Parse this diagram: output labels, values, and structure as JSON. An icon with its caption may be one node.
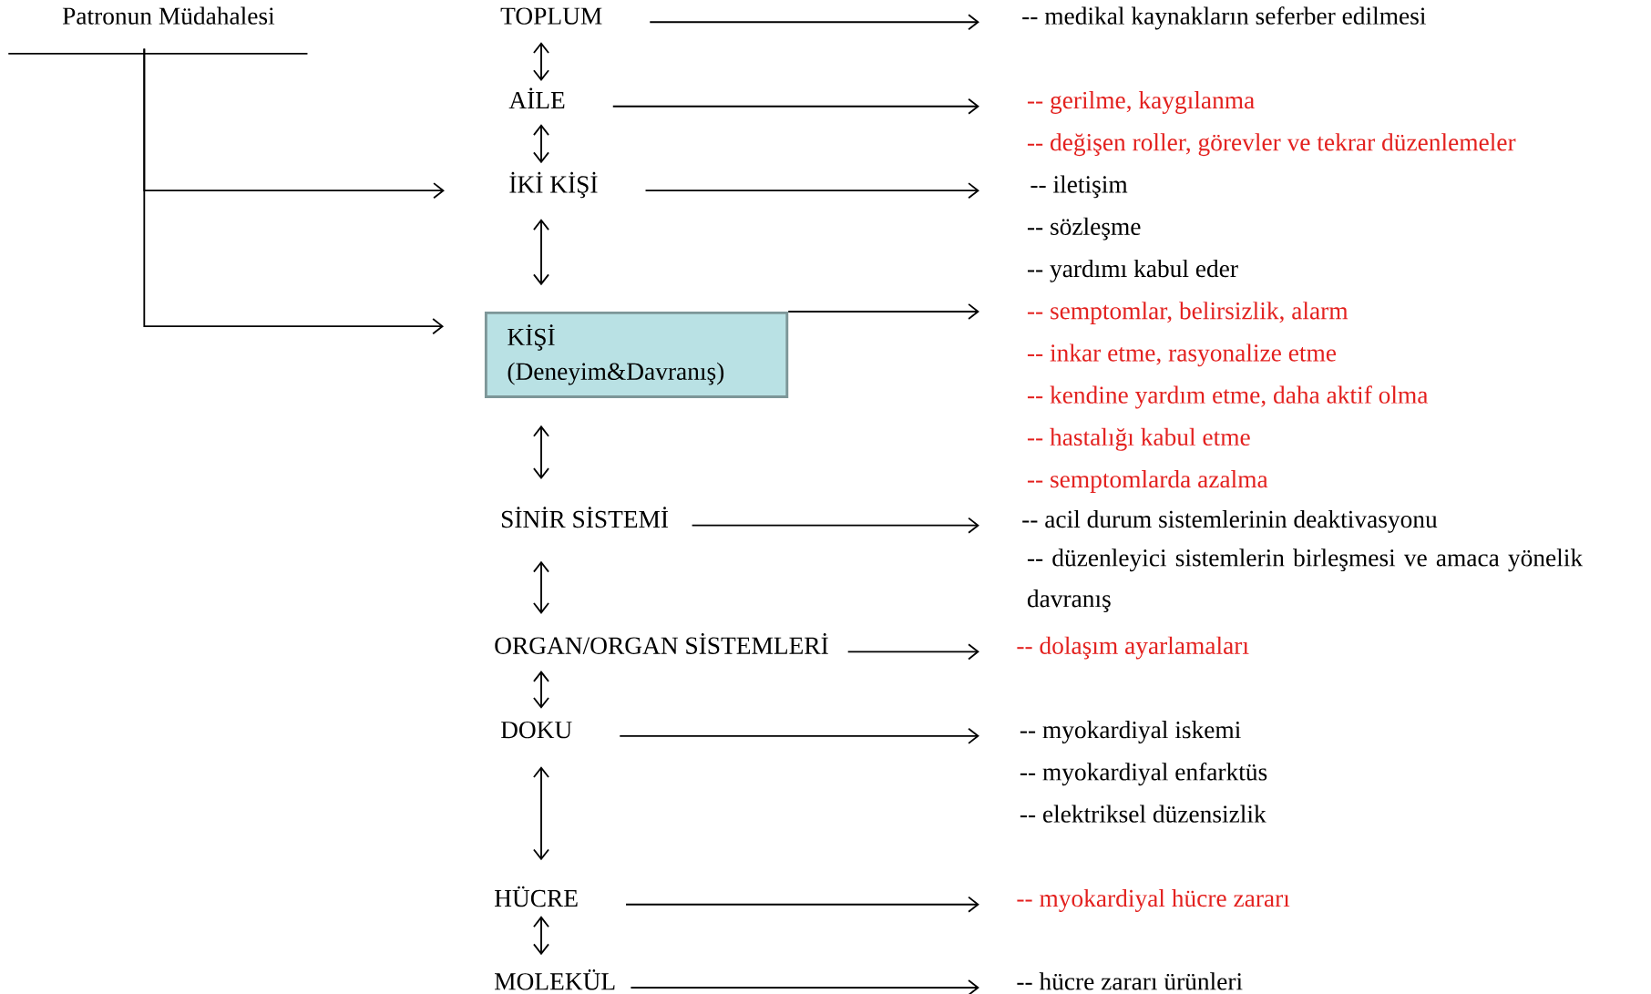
{
  "diagram": {
    "nodes": [
      {
        "text": [
          "Patronun Müdahalesi"
        ]
      },
      {
        "text": [
          "TOPLUM"
        ]
      },
      {
        "text": [
          "AİLE"
        ]
      },
      {
        "text": [
          "İKİ KİŞİ"
        ]
      },
      {
        "text": [
          "KİŞİ",
          "(Deneyim&Davranış)"
        ]
      },
      {
        "text": [
          "SİNİR SİSTEMİ"
        ]
      },
      {
        "text": [
          "ORGAN/ORGAN SİSTEMLERİ"
        ]
      },
      {
        "text": [
          "DOKU"
        ]
      },
      {
        "text": [
          "HÜCRE"
        ]
      },
      {
        "text": [
          "MOLEKÜL"
        ]
      },
      {
        "text": [
          "-- medikal kaynakların seferber  edilmesi"
        ]
      },
      {
        "text": [
          "-- gerilme, kaygılanma"
        ]
      },
      {
        "text": [
          "-- değişen roller, görevler ve tekrar düzenlemeler"
        ]
      },
      {
        "text": [
          "-- iletişim"
        ]
      },
      {
        "text": [
          "-- sözleşme"
        ]
      },
      {
        "text": [
          "-- yardımı kabul eder"
        ]
      },
      {
        "text": [
          "-- semptomlar, belirsizlik, alarm"
        ]
      },
      {
        "text": [
          "-- inkar etme, rasyonalize etme"
        ]
      },
      {
        "text": [
          "-- kendine yardım etme, daha aktif olma"
        ]
      },
      {
        "text": [
          "-- hastalığı kabul etme"
        ]
      },
      {
        "text": [
          "-- semptomlarda azalma"
        ]
      },
      {
        "text": [
          "-- acil durum sistemlerinin deaktivasyonu"
        ]
      },
      {
        "text": [
          "-- düzenleyici sistemlerin  birleşmesi ve amaca yönelik davranış"
        ]
      },
      {
        "text": [
          "-- dolaşım ayarlamaları"
        ]
      },
      {
        "text": [
          "-- myokardiyal iskemi"
        ]
      },
      {
        "text": [
          "-- myokardiyal enfarktüs"
        ]
      },
      {
        "text": [
          "-- elektriksel düzensizlik"
        ]
      },
      {
        "text": [
          "-- myokardiyal hücre zararı"
        ]
      },
      {
        "text": [
          "-- hücre zararı ürünleri"
        ]
      }
    ],
    "edges": [
      {
        "from": 0,
        "to": 3,
        "arrow": "to"
      },
      {
        "from": 0,
        "to": 4,
        "arrow": "to"
      },
      {
        "from": 1,
        "to": 2,
        "arrow": "both"
      },
      {
        "from": 2,
        "to": 3,
        "arrow": "both"
      },
      {
        "from": 3,
        "to": 4,
        "arrow": "both"
      },
      {
        "from": 4,
        "to": 5,
        "arrow": "both"
      },
      {
        "from": 5,
        "to": 6,
        "arrow": "both"
      },
      {
        "from": 6,
        "to": 7,
        "arrow": "both"
      },
      {
        "from": 7,
        "to": 8,
        "arrow": "both"
      },
      {
        "from": 8,
        "to": 9,
        "arrow": "both"
      },
      {
        "from": 1,
        "to": 10,
        "arrow": "to"
      },
      {
        "from": 2,
        "to": 11,
        "arrow": "to"
      },
      {
        "from": 3,
        "to": 13,
        "arrow": "to"
      },
      {
        "from": 4,
        "to": 16,
        "arrow": "to"
      },
      {
        "from": 5,
        "to": 21,
        "arrow": "to"
      },
      {
        "from": 6,
        "to": 23,
        "arrow": "to"
      },
      {
        "from": 7,
        "to": 24,
        "arrow": "to"
      },
      {
        "from": 8,
        "to": 27,
        "arrow": "to"
      },
      {
        "from": 9,
        "to": 28,
        "arrow": "to"
      }
    ]
  }
}
